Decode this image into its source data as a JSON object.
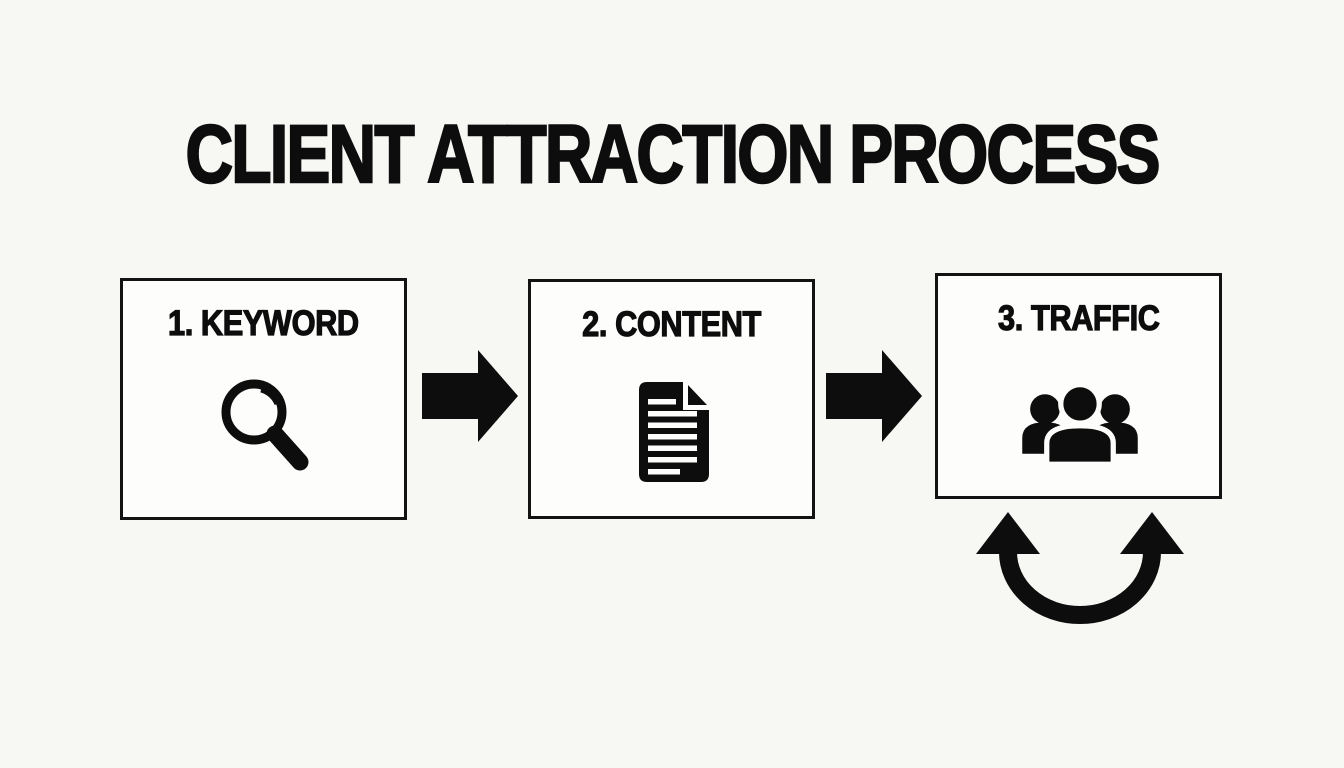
{
  "title": "CLIENT ATTRACTION PROCESS",
  "steps": [
    {
      "label": "1. KEYWORD",
      "icon": "search-magnifier-icon"
    },
    {
      "label": "2. CONTENT",
      "icon": "document-icon"
    },
    {
      "label": "3. TRAFFIC",
      "icon": "people-group-icon"
    }
  ],
  "connectors": [
    {
      "name": "arrow-keyword-to-content",
      "type": "right-arrow"
    },
    {
      "name": "arrow-content-to-traffic",
      "type": "right-arrow"
    },
    {
      "name": "traffic-loop",
      "type": "curved-double-headed-up-arrow"
    }
  ],
  "colors": {
    "background": "#f7f7f4",
    "box_fill": "#fdfdfb",
    "ink": "#0d0d0d"
  }
}
